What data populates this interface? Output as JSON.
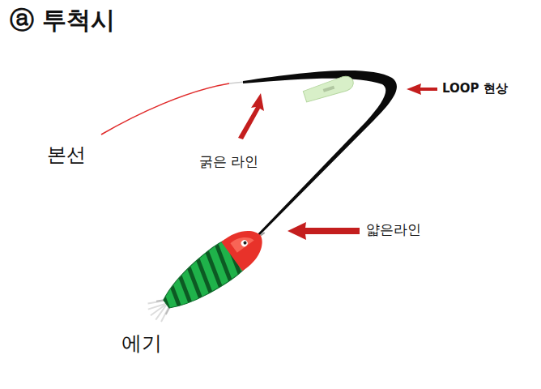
{
  "diagram": {
    "title": "ⓐ 투척시",
    "labels": [
      "본선",
      "굵은 라인",
      "LOOP 현상",
      "얇은라인",
      "에기"
    ]
  }
}
